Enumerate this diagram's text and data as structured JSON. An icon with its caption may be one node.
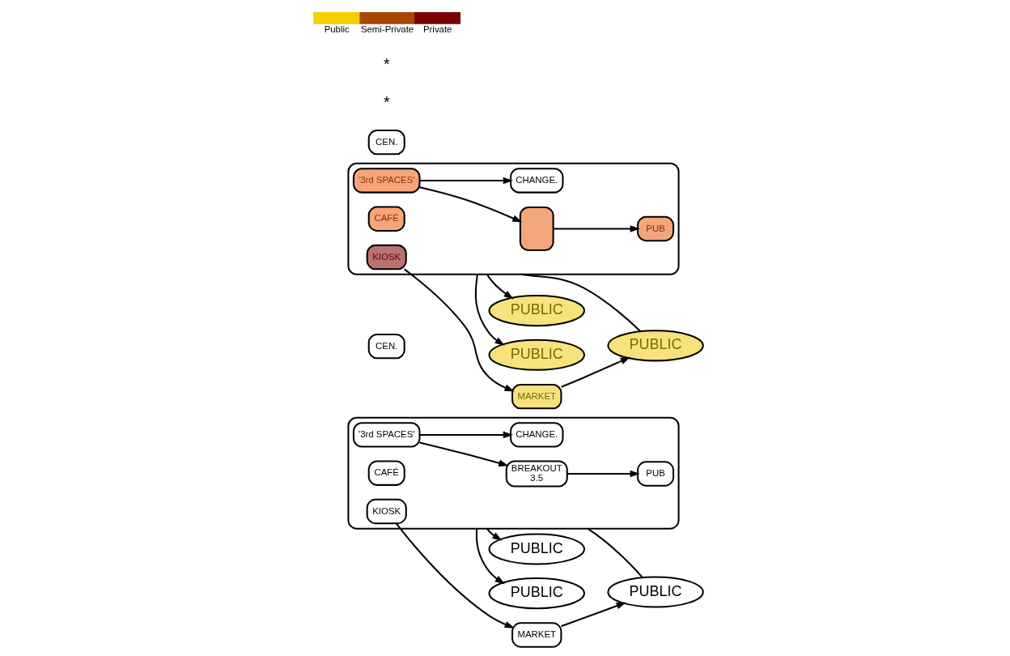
{
  "diagram": {
    "nodes": [
      {
        "text": [
          "PUBLIC"
        ]
      },
      {
        "text": [
          "CEN."
        ]
      },
      {
        "text": [],
        "shape": "box"
      },
      {
        "text": [
          "'3rd SPACES'"
        ],
        "in": 2
      },
      {
        "text": [
          "CAFÉ"
        ],
        "in": 2
      },
      {
        "text": [
          "BREAKOUT",
          "3.5"
        ],
        "in": 2
      },
      {
        "text": [
          "PUB"
        ],
        "in": 2
      },
      {
        "text": [
          "CHANGE."
        ],
        "in": 2
      },
      {
        "text": [
          "KIOSK"
        ],
        "in": 2
      },
      {
        "text": [
          "MARKET"
        ]
      },
      {
        "text": [
          "PUBLIC"
        ]
      },
      {
        "text": [
          "PUBLIC"
        ]
      },
      {
        "text": [
          "PUBLIC"
        ]
      },
      {
        "text": [
          "CEN."
        ]
      },
      {
        "text": [],
        "shape": "box"
      },
      {
        "text": [
          "'3rd SPACES'"
        ],
        "in": 14
      },
      {
        "text": [
          "CAFÉ"
        ],
        "in": 14
      },
      {
        "text": [],
        "shape": "box",
        "in": 14
      },
      {
        "text": [
          "PUB"
        ],
        "in": 14
      },
      {
        "text": [
          "CHANGE."
        ],
        "in": 14
      },
      {
        "text": [
          "KIOSK"
        ],
        "in": 14
      },
      {
        "text": [
          "MARKET"
        ]
      },
      {
        "text": [
          "PUBLIC"
        ]
      },
      {
        "text": [
          "PUBLIC"
        ]
      }
    ],
    "edges": [
      {
        "from": 0,
        "to": 2,
        "arrow": "none"
      },
      {
        "from": 3,
        "to": 5,
        "arrow": "to"
      },
      {
        "from": 2,
        "to": 7,
        "arrow": "to"
      },
      {
        "from": 2,
        "to": 10,
        "arrow": "to"
      },
      {
        "from": 2,
        "to": 11,
        "arrow": "to"
      },
      {
        "from": 5,
        "to": 6,
        "arrow": "to"
      },
      {
        "from": 8,
        "to": 9,
        "arrow": "to"
      },
      {
        "from": 9,
        "to": 0,
        "arrow": "to"
      },
      {
        "from": 12,
        "to": 14,
        "arrow": "none"
      },
      {
        "from": 15,
        "to": 17,
        "arrow": "to"
      },
      {
        "from": 14,
        "to": 19,
        "arrow": "to"
      },
      {
        "from": 14,
        "to": 22,
        "arrow": "to"
      },
      {
        "from": 14,
        "to": 23,
        "arrow": "to"
      },
      {
        "from": 17,
        "to": 18,
        "arrow": "to"
      },
      {
        "from": 20,
        "to": 21,
        "arrow": "to"
      },
      {
        "from": 21,
        "to": 12,
        "arrow": "to"
      }
    ],
    "labels": [
      "*",
      "*"
    ],
    "legend": [
      {
        "text": "Public",
        "color": "#f5cf00"
      },
      {
        "text": "Semi-Private",
        "color": "#a84800"
      },
      {
        "text": "Private",
        "color": "#7a0000"
      }
    ]
  }
}
